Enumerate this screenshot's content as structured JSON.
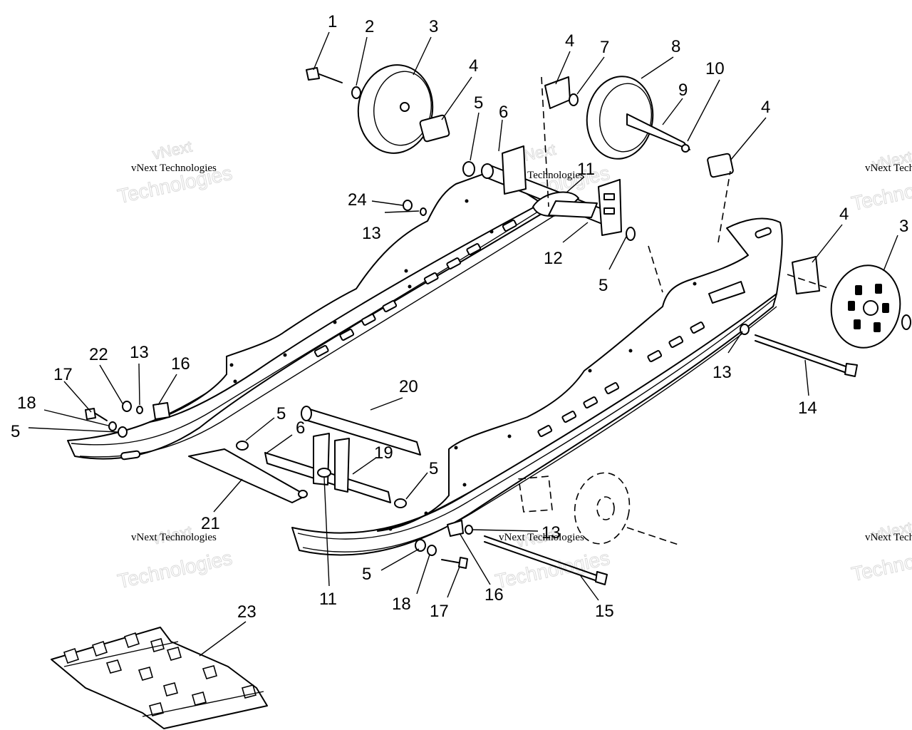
{
  "watermark": {
    "line1": "vNext Technologies",
    "word_a": "vNext",
    "word_b": "Technologies"
  },
  "callouts": {
    "c1": "1",
    "c2": "2",
    "c3_top": "3",
    "c3_right": "3",
    "c4_a": "4",
    "c4_b": "4",
    "c4_c": "4",
    "c4_d": "4",
    "c5_a": "5",
    "c5_b": "5",
    "c5_c": "5",
    "c5_d": "5",
    "c5_e": "5",
    "c5_f": "5",
    "c6_a": "6",
    "c6_b": "6",
    "c7": "7",
    "c8": "8",
    "c9": "9",
    "c10": "10",
    "c11_a": "11",
    "c11_b": "11",
    "c12": "12",
    "c13_a": "13",
    "c13_b": "13",
    "c13_c": "13",
    "c13_d": "13",
    "c14": "14",
    "c15": "15",
    "c16_a": "16",
    "c16_b": "16",
    "c17_a": "17",
    "c17_b": "17",
    "c18_a": "18",
    "c18_b": "18",
    "c19": "19",
    "c20": "20",
    "c21": "21",
    "c22": "22",
    "c23": "23",
    "c24": "24"
  }
}
